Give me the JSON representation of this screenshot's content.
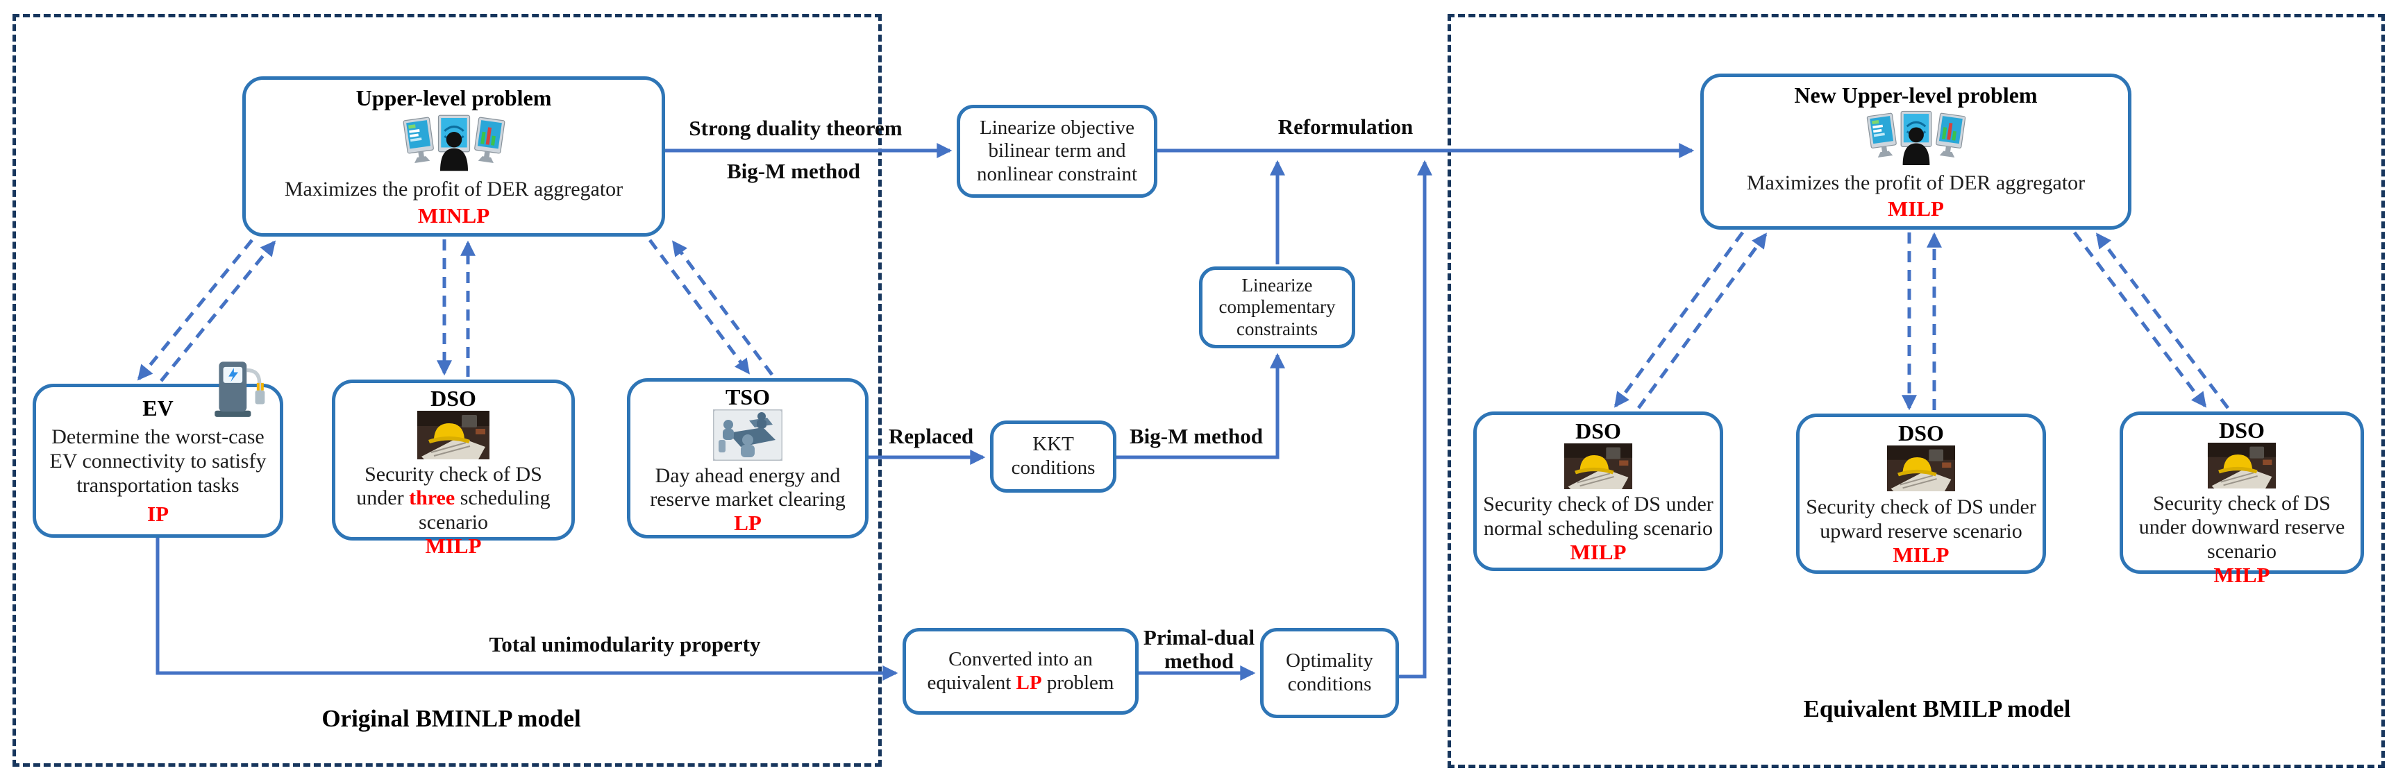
{
  "containers": {
    "original": {
      "label": "Original BMINLP model"
    },
    "equivalent": {
      "label": "Equivalent BMILP model"
    }
  },
  "boxes": {
    "upper": {
      "title": "Upper-level problem",
      "body": "Maximizes the profit of DER aggregator",
      "tag": "MINLP"
    },
    "new_upper": {
      "title": "New Upper-level problem",
      "body": "Maximizes the profit of DER aggregator",
      "tag": "MILP"
    },
    "ev": {
      "title": "EV",
      "body": "Determine the worst-case EV connectivity to satisfy transportation tasks",
      "tag": "IP"
    },
    "dso_left": {
      "title": "DSO",
      "body_pre": "Security check of DS under ",
      "body_highlight": "three",
      "body_post": " scheduling scenario",
      "tag": "MILP"
    },
    "tso": {
      "title": "TSO",
      "body": "Day ahead energy and reserve market clearing",
      "tag": "LP"
    },
    "linearize_objective": {
      "body": "Linearize objective bilinear term and nonlinear constraint"
    },
    "linearize_complementary": {
      "body": "Linearize complementary constraints"
    },
    "kkt": {
      "body": "KKT conditions"
    },
    "converted": {
      "body_pre": "Converted into an equivalent ",
      "body_highlight": "LP",
      "body_post": " problem"
    },
    "optimality": {
      "body": "Optimality conditions"
    },
    "dso_r1": {
      "title": "DSO",
      "body": "Security check of DS under normal scheduling scenario",
      "tag": "MILP"
    },
    "dso_r2": {
      "title": "DSO",
      "body": "Security check of DS under upward reserve scenario",
      "tag": "MILP"
    },
    "dso_r3": {
      "title": "DSO",
      "body": "Security check of DS under downward reserve scenario",
      "tag": "MILP"
    }
  },
  "edge_labels": {
    "strong_duality": "Strong duality theorem",
    "big_m_1": "Big-M method",
    "reformulation": "Reformulation",
    "replaced": "Replaced",
    "big_m_2": "Big-M method",
    "total_unimodularity": "Total unimodularity property",
    "primal_dual_line1": "Primal-dual",
    "primal_dual_line2": "method"
  },
  "colors": {
    "box_border": "#2E75B6",
    "connector": "#4472C4",
    "container_border": "#17365D",
    "tag_red": "#FF0000"
  }
}
